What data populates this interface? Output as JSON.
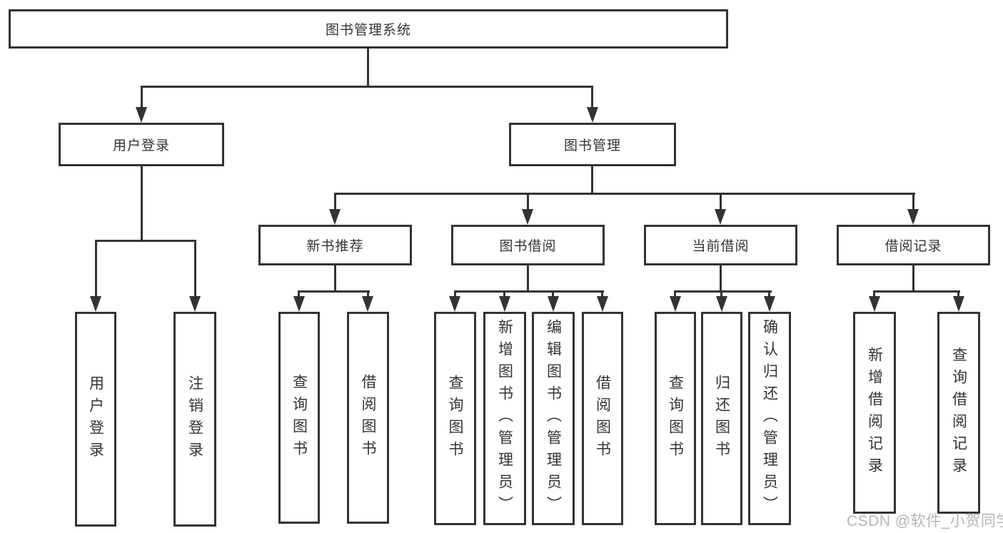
{
  "tree": {
    "root": {
      "label": "图书管理系统"
    },
    "level2": [
      {
        "label": "用户登录"
      },
      {
        "label": "图书管理"
      }
    ],
    "level3": [
      {
        "label": "新书推荐",
        "parent": "图书管理"
      },
      {
        "label": "图书借阅",
        "parent": "图书管理"
      },
      {
        "label": "当前借阅",
        "parent": "图书管理"
      },
      {
        "label": "借阅记录",
        "parent": "图书管理"
      }
    ],
    "leaves": [
      {
        "label": "用户登录",
        "parent": "用户登录"
      },
      {
        "label": "注销登录",
        "parent": "用户登录"
      },
      {
        "label": "查询图书",
        "parent": "新书推荐"
      },
      {
        "label": "借阅图书",
        "parent": "新书推荐"
      },
      {
        "label": "查询图书",
        "parent": "图书借阅"
      },
      {
        "label": "新增图书（管理员）",
        "parent": "图书借阅"
      },
      {
        "label": "编辑图书（管理员）",
        "parent": "图书借阅"
      },
      {
        "label": "借阅图书",
        "parent": "图书借阅"
      },
      {
        "label": "查询图书",
        "parent": "当前借阅"
      },
      {
        "label": "归还图书",
        "parent": "当前借阅"
      },
      {
        "label": "确认归还（管理员）",
        "parent": "当前借阅"
      },
      {
        "label": "新增借阅记录",
        "parent": "借阅记录"
      },
      {
        "label": "查询借阅记录",
        "parent": "借阅记录"
      }
    ]
  },
  "watermark": {
    "text": "CSDN @软件_小贺同学"
  },
  "colors": {
    "line": "#333333",
    "border": "#333333",
    "text": "#333333",
    "watermark_text": "#b5b5b5",
    "background": "#ffffff"
  }
}
